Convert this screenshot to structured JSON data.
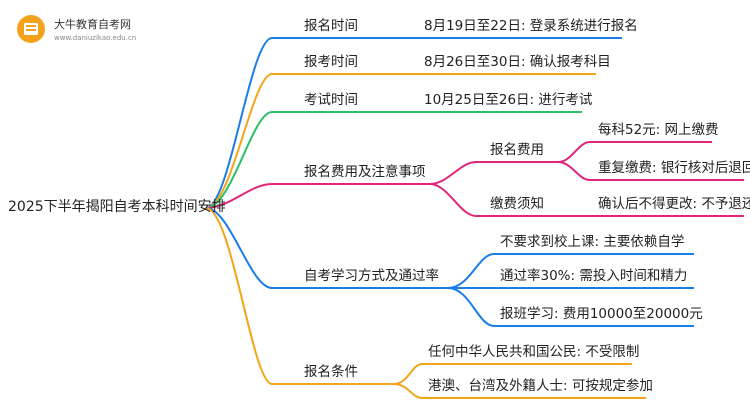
{
  "logo": {
    "name": "大牛教育自考网",
    "url": "www.daniuzikao.edu.cn"
  },
  "root": "2025下半年揭阳自考本科时间安排",
  "branches": [
    {
      "label": "报名时间",
      "color": "#1a7ee8",
      "detail": "8月19日至22日: 登录系统进行报名"
    },
    {
      "label": "报考时间",
      "color": "#f2a51a",
      "detail": "8月26日至30日: 确认报考科目"
    },
    {
      "label": "考试时间",
      "color": "#2bbf6a",
      "detail": "10月25日至26日: 进行考试"
    },
    {
      "label": "报名费用及注意事项",
      "color": "#e0267a",
      "children": [
        {
          "label": "报名费用",
          "items": [
            "每科52元: 网上缴费",
            "重复缴费: 银行核对后退回"
          ]
        },
        {
          "label": "缴费须知",
          "items": [
            "确认后不得更改: 不予退还"
          ]
        }
      ]
    },
    {
      "label": "自考学习方式及通过率",
      "color": "#1a7ee8",
      "items": [
        "不要求到校上课: 主要依赖自学",
        "通过率30%: 需投入时间和精力",
        "报班学习: 费用10000至20000元"
      ]
    },
    {
      "label": "报名条件",
      "color": "#f2a51a",
      "items": [
        "任何中华人民共和国公民: 不受限制",
        "港澳、台湾及外籍人士: 可按规定参加"
      ]
    }
  ]
}
